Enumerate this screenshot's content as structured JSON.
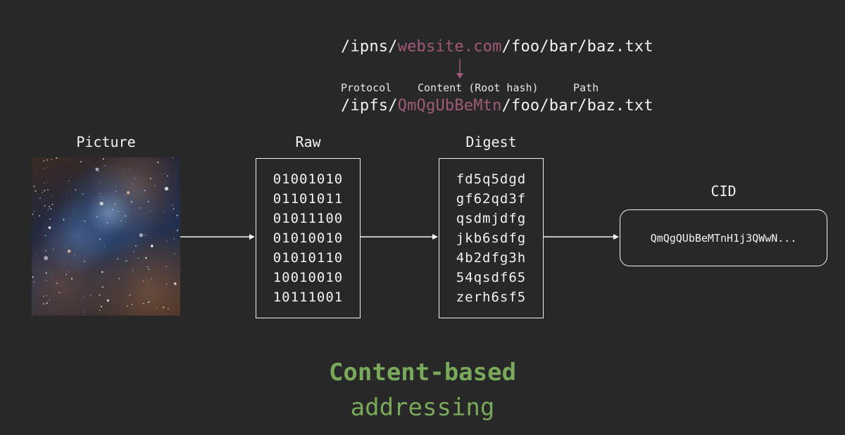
{
  "colors": {
    "background": "#282828",
    "accent": "#a15a7a",
    "green": "#79a95a",
    "foreground": "#f2f2f2"
  },
  "ipns": {
    "prefix": "/ipns/",
    "name": "website.com",
    "suffix": "/foo/bar/baz.txt"
  },
  "ipfs": {
    "prefix": "/ipfs/",
    "hash": "QmQgUbBeMtn",
    "suffix": "/foo/bar/baz.txt"
  },
  "legend": {
    "protocol": "Protocol",
    "content": "Content (Root hash)",
    "path": "Path"
  },
  "stages": {
    "picture": {
      "label": "Picture"
    },
    "raw": {
      "label": "Raw",
      "lines": [
        "01001010",
        "01101011",
        "01011100",
        "01010010",
        "01010110",
        "10010010",
        "10111001"
      ]
    },
    "digest": {
      "label": "Digest",
      "lines": [
        "fd5q5dgd",
        "gf62qd3f",
        "qsdmjdfg",
        "jkb6sdfg",
        "4b2dfg3h",
        "54qsdf65",
        "zerh6sf5"
      ]
    },
    "cid": {
      "label": "CID",
      "value": "QmQgQUbBeMTnH1j3QWwN..."
    }
  },
  "title": {
    "main": "Content-based",
    "sub": "addressing"
  }
}
